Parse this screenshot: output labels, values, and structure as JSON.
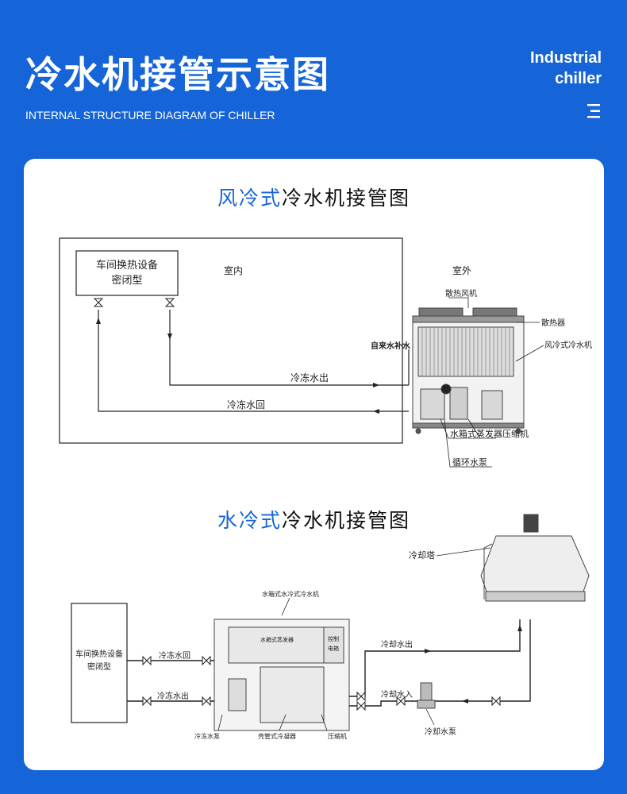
{
  "header": {
    "title": "冷水机接管示意图",
    "subtitle": "INTERNAL STRUCTURE DIAGRAM OF CHILLER",
    "brand_line1": "Industrial",
    "brand_line2": "chiller"
  },
  "air_cooled": {
    "title_accent": "风冷式",
    "title_rest": "冷水机接管图",
    "labels": {
      "equipment_l1": "车间换热设备",
      "equipment_l2": "密闭型",
      "indoor": "室内",
      "outdoor": "室外",
      "fan": "散热风机",
      "radiator": "散热器",
      "chiller": "风冷式冷水机",
      "makeup_water": "自来水补水",
      "supply": "冷冻水出",
      "return": "冷冻水回",
      "evaporator": "水箱式蒸发器",
      "compressor": "压缩机",
      "pump": "循环水泵"
    }
  },
  "water_cooled": {
    "title_accent": "水冷式",
    "title_rest": "冷水机接管图",
    "labels": {
      "tower": "冷却塔",
      "chiller": "水箱式水冷式冷水机",
      "equipment_l1": "车间换热设备",
      "equipment_l2": "密闭型",
      "chilled_return": "冷冻水回",
      "chilled_supply": "冷冻水出",
      "cooling_out": "冷却水出",
      "cooling_in": "冷却水入",
      "evaporator_box": "水箱式蒸发器",
      "control_l1": "控制",
      "control_l2": "电箱",
      "chilled_pump": "冷冻水泵",
      "condenser": "壳管式冷凝器",
      "compressor": "压缩机",
      "cooling_pump": "冷却水泵"
    }
  }
}
